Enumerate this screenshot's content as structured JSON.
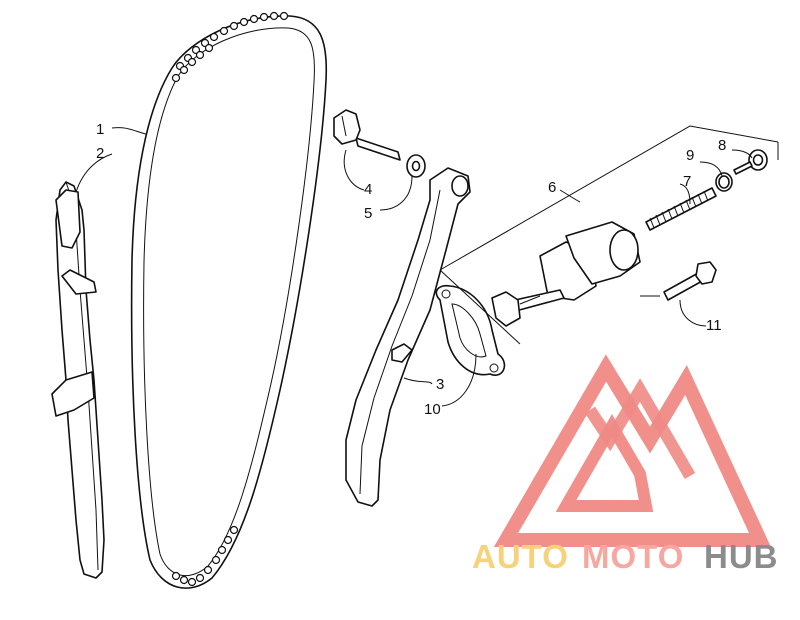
{
  "diagram": {
    "callouts": [
      {
        "id": "c1",
        "label": "1"
      },
      {
        "id": "c2",
        "label": "2"
      },
      {
        "id": "c3",
        "label": "3"
      },
      {
        "id": "c4",
        "label": "4"
      },
      {
        "id": "c5",
        "label": "5"
      },
      {
        "id": "c6",
        "label": "6"
      },
      {
        "id": "c7",
        "label": "7"
      },
      {
        "id": "c8",
        "label": "8"
      },
      {
        "id": "c9",
        "label": "9"
      },
      {
        "id": "c10",
        "label": "10"
      },
      {
        "id": "c11",
        "label": "11"
      }
    ]
  },
  "watermark": {
    "part_1": "AUTO",
    "part_2": "MOTO",
    "part_3": "HUB",
    "colors": {
      "auto": "#f6d27a",
      "moto": "#f4a8a0",
      "hub": "#8c8c8c",
      "logo": "#f08a85"
    }
  }
}
